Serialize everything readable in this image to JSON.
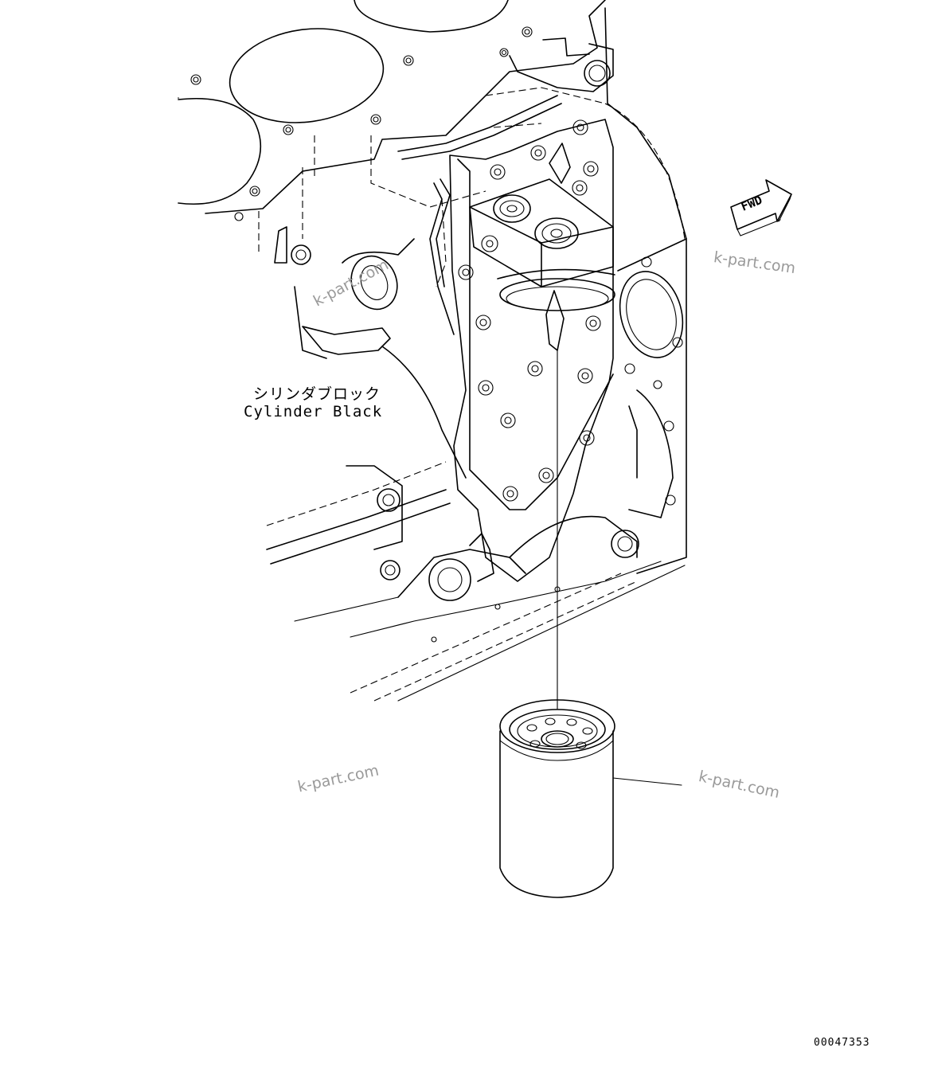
{
  "labels": {
    "part_jp": "シリンダブロック",
    "part_en": "Cylinder Black",
    "fwd": "FWD",
    "drawing_number": "00047353"
  },
  "watermarks": [
    "k-part.com",
    "k-part.com",
    "k-part.com",
    "k-part.com"
  ],
  "icons": {
    "direction": "fwd-arrow-icon"
  },
  "colors": {
    "line": "#000000",
    "watermark": "#9a9a9a",
    "background": "#ffffff"
  }
}
